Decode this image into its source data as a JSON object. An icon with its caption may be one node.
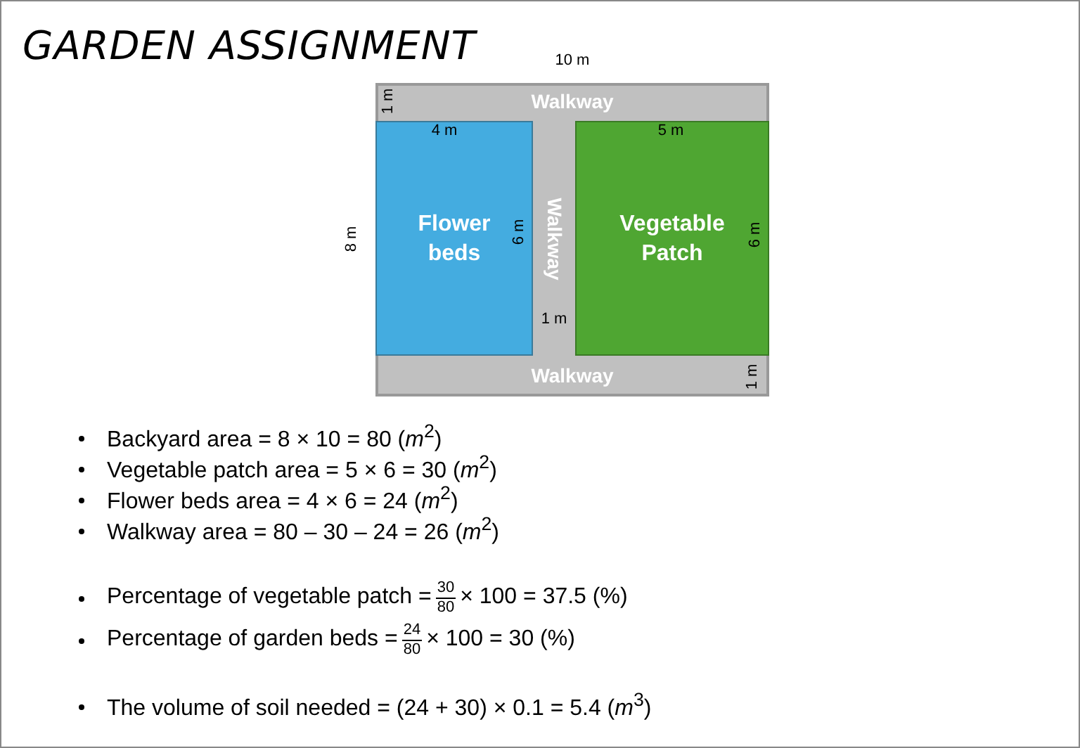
{
  "diagram": {
    "title": "GARDEN ASSIGNMENT",
    "nodes": [
      {
        "text": [],
        "shape": "box"
      },
      {
        "text": [
          "Walkway"
        ],
        "in": 0
      },
      {
        "text": [
          "Flower beds"
        ],
        "in": 0
      },
      {
        "text": [
          "Walkway"
        ],
        "in": 0
      },
      {
        "text": [
          "Vegetable Patch"
        ],
        "in": 0
      },
      {
        "text": [
          "Walkway"
        ],
        "in": 0
      }
    ],
    "labels": [
      "10 m",
      "1 m",
      "4 m",
      "5 m",
      "8 m",
      "6 m",
      "6 m",
      "1 m",
      "1 m",
      "Backyard area = 8  × 10 = 80 (*m*$^{2}$)",
      "Vegetable patch area = 5 × 6 = 30 (*m*$^{2}$)",
      "Flower beds area = 4 × 6 = 24 (*m*$^{2}$)",
      "Walkway area =  80 – 30 – 24 = 26 (*m*$^{2}$)",
      "Percentage of vegetable patch =",
      "30",
      "80",
      "× 100 = 37.5 (%)",
      "Percentage of garden beds =",
      "24",
      "80",
      "× 100 = 30 (%)",
      "The volume of soil needed = (24 + 30) × 0.1 = 5.4 (*m*$^{3}$)"
    ]
  }
}
